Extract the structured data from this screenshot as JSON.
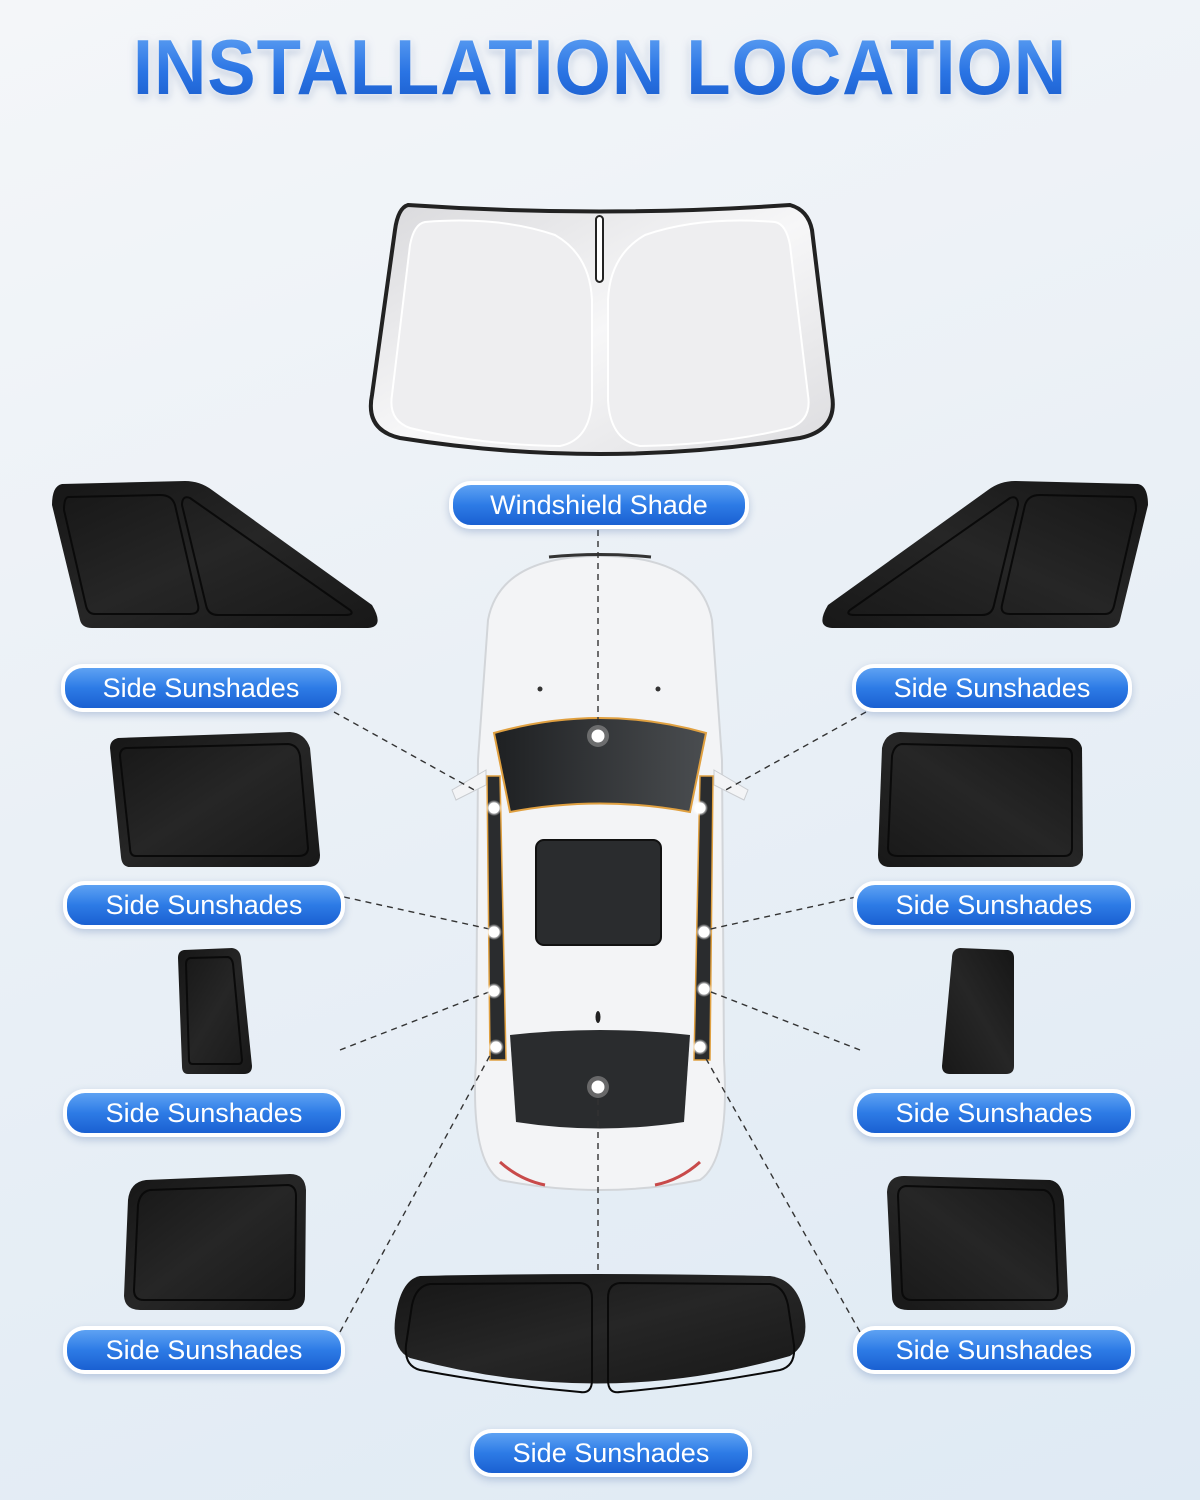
{
  "title": "INSTALLATION LOCATION",
  "colors": {
    "title_blue": "#2c72e3",
    "pill_blue": "#2d7be6",
    "shade_black": "#1e1e1e",
    "windshield_silver": "#e8e8ea",
    "car_body": "#f3f4f6",
    "trim_orange": "#e0a040"
  },
  "labels": {
    "windshield": "Windshield Shade",
    "left_1": "Side Sunshades",
    "right_1": "Side Sunshades",
    "left_2": "Side Sunshades",
    "right_2": "Side Sunshades",
    "left_3": "Side Sunshades",
    "right_3": "Side Sunshades",
    "left_4": "Side Sunshades",
    "right_4": "Side Sunshades",
    "rear": "Side Sunshades"
  }
}
